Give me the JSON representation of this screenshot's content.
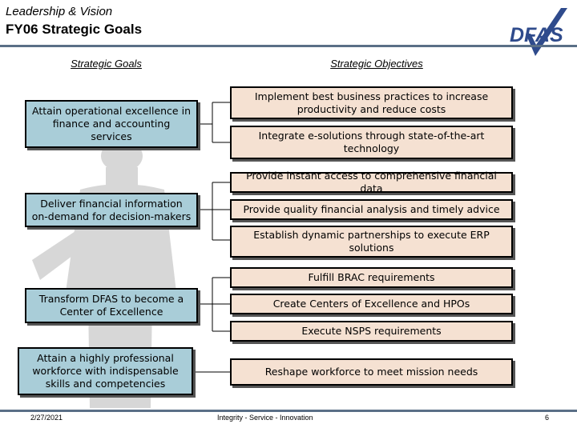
{
  "header": {
    "subtitle": "Leadership & Vision",
    "title": "FY06 Strategic Goals",
    "logo_text": "DFAS"
  },
  "columns": {
    "goals_heading": "Strategic Goals",
    "objectives_heading": "Strategic Objectives"
  },
  "goals": [
    "Attain operational excellence in finance and accounting services",
    "Deliver financial information on-demand for decision-makers",
    "Transform DFAS to become a Center of Excellence",
    "Attain a highly professional workforce with indispensable skills and competencies"
  ],
  "objectives": [
    "Implement best business practices to increase productivity and reduce costs",
    "Integrate e-solutions through state-of-the-art technology",
    "Provide instant access to comprehensive financial data",
    "Provide quality financial analysis and timely advice",
    "Establish dynamic partnerships to execute ERP solutions",
    "Fulfill BRAC requirements",
    "Create Centers of Excellence and HPOs",
    "Execute NSPS requirements",
    "Reshape workforce to meet mission needs"
  ],
  "footer": {
    "date": "2/27/2021",
    "motto": "Integrity - Service - Innovation",
    "page": "6"
  },
  "colors": {
    "rule": "#5a6f86",
    "goal_fill": "#a9cdd8",
    "objective_fill": "#f5e1d2",
    "logo": "#2f4b8c"
  }
}
